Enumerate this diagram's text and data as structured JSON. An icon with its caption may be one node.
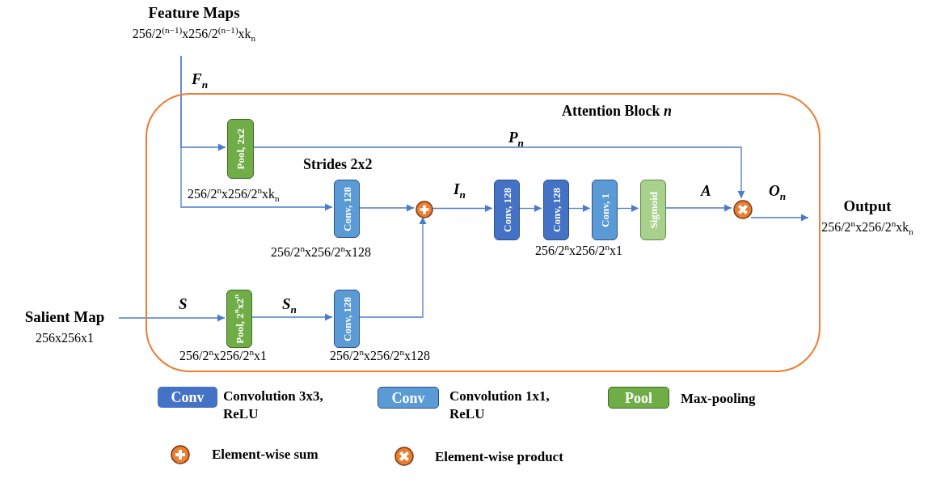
{
  "diagram": {
    "nodes": [
      {
        "text": [
          "Attention Block *n*"
        ]
      },
      {
        "text": [
          "Feature Maps",
          "256/2$^{(n−1)}$x256/2$^{(n−1)}$xk$_{n}$"
        ]
      },
      {
        "text": [
          "Pool, 2x2"
        ],
        "in": 0
      },
      {
        "text": [
          "Conv, 128"
        ],
        "in": 0,
        "beside": [
          "Strides 2x2",
          "256/2$^{n}$x256/2$^{n}$x128"
        ]
      },
      {
        "text": [],
        "shape": "circle",
        "in": 0
      },
      {
        "text": [
          "Conv, 128"
        ],
        "in": 0
      },
      {
        "text": [
          "Conv, 128"
        ],
        "in": 0
      },
      {
        "text": [
          "Conv, 1"
        ],
        "in": 0,
        "beside": [
          "256/2$^{n}$x256/2$^{n}$x1"
        ]
      },
      {
        "text": [
          "Sigmoid"
        ],
        "in": 0
      },
      {
        "text": [],
        "shape": "circle",
        "in": 0
      },
      {
        "text": [
          "Output",
          "256/2$^{n}$x256/2$^{n}$xk$_{n}$"
        ]
      },
      {
        "text": [
          "Salient Map",
          "256x256x1"
        ]
      },
      {
        "text": [
          "Pool, 2$^{n}$x2$^{n}$"
        ],
        "in": 0,
        "beside": [
          "256/2$^{n}$x256/2$^{n}$x1"
        ]
      },
      {
        "text": [
          "Conv, 128"
        ],
        "in": 0,
        "beside": [
          "256/2$^{n}$x256/2$^{n}$x128"
        ]
      }
    ],
    "edges": [
      {
        "from": 1,
        "to": 2,
        "arrow": "to",
        "label": "F$_{n}$"
      },
      {
        "from": 1,
        "to": 3,
        "arrow": "to"
      },
      {
        "from": 2,
        "to": 9,
        "arrow": "to",
        "label": "P$_{n}$"
      },
      {
        "from": 3,
        "to": 4,
        "arrow": "to"
      },
      {
        "from": 4,
        "to": 5,
        "arrow": "to",
        "label": "I$_{n}$"
      },
      {
        "from": 5,
        "to": 6,
        "arrow": "to"
      },
      {
        "from": 6,
        "to": 7,
        "arrow": "to"
      },
      {
        "from": 7,
        "to": 8,
        "arrow": "to"
      },
      {
        "from": 8,
        "to": 9,
        "arrow": "to",
        "label": "A"
      },
      {
        "from": 9,
        "to": 10,
        "arrow": "to",
        "label": "O$_{n}$"
      },
      {
        "from": 11,
        "to": 12,
        "arrow": "to",
        "label": "S"
      },
      {
        "from": 12,
        "to": 13,
        "arrow": "to",
        "label": "S$_{n}$"
      },
      {
        "from": 13,
        "to": 4,
        "arrow": "to"
      }
    ],
    "labels": [
      "256/2$^{n}$x256/2$^{n}$xk$_{n}$",
      "Conv",
      "Conv",
      "Pool"
    ],
    "legend": [
      {
        "text": "Convolution 3x3, ReLU",
        "color": "#4472c4"
      },
      {
        "text": "Convolution 1x1, ReLU",
        "color": "#5b9bd5"
      },
      {
        "text": "Max-pooling",
        "color": "#70ad47"
      },
      {
        "text": "Element-wise sum"
      },
      {
        "text": "Element-wise product"
      }
    ]
  }
}
